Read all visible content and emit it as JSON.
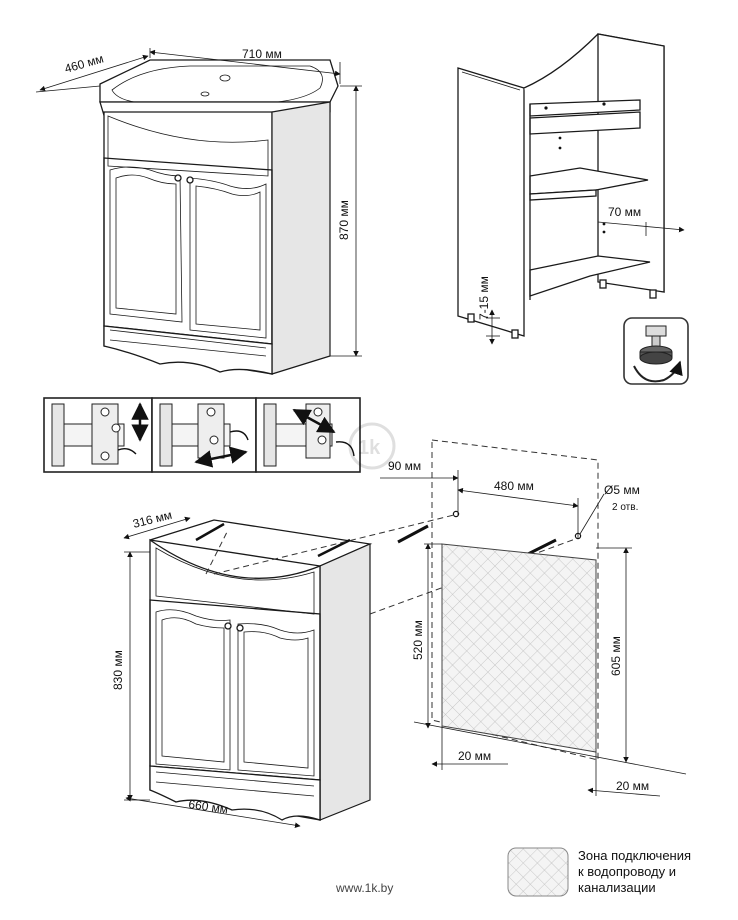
{
  "dimensions": {
    "top_width": "710 мм",
    "top_depth": "460 мм",
    "total_height": "870 мм",
    "shelf_offset": "70 мм",
    "leg_adjust": "7-15 мм",
    "base_depth": "316 мм",
    "base_height": "830 мм",
    "base_width": "660 мм",
    "wall_offset_left": "90 мм",
    "hole_spacing": "480 мм",
    "hole_diameter": "Ø5 мм",
    "hole_count": "2 отв.",
    "zone_height_left": "520 мм",
    "zone_height_right": "605 мм",
    "zone_gap_left": "20 мм",
    "zone_gap_right": "20 мм"
  },
  "legend": {
    "line1": "Зона подключения",
    "line2": "к водопроводу и",
    "line3": "канализации"
  },
  "watermark": "www.1k.by",
  "colors": {
    "line": "#1a1a1a",
    "panel_fill": "#e6e6e6",
    "zone_fill": "#f0f0f0"
  },
  "icons": [
    "adjustable-foot-icon",
    "rotate-arrow-icon",
    "hinge-adjust-icon"
  ]
}
